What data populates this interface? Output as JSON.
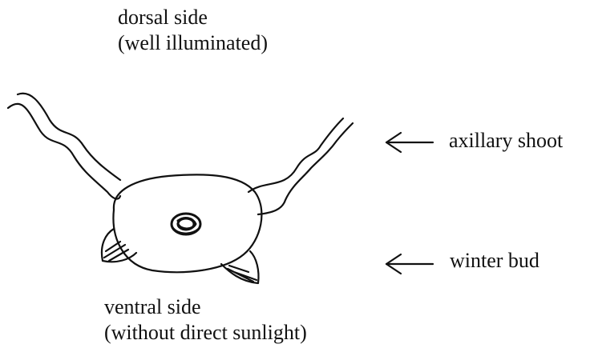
{
  "labels": {
    "dorsal_line1": "dorsal side",
    "dorsal_line2": "(well illuminated)",
    "ventral_line1": "ventral side",
    "ventral_line2": "(without direct sunlight)",
    "axillary_shoot": "axillary shoot",
    "winter_bud": "winter bud"
  },
  "colors": {
    "ink": "#111111",
    "background": "#ffffff"
  }
}
